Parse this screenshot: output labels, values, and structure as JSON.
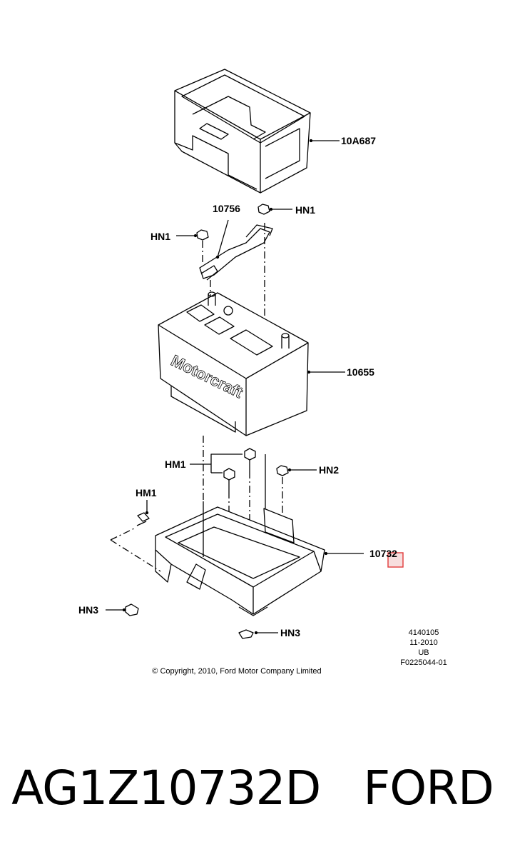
{
  "callouts": {
    "cover": "10A687",
    "hold_down": "10756",
    "nut_top_right": "HN1",
    "nut_top_left": "HN1",
    "battery": "10655",
    "bolts_center": "HM1",
    "nut_tray": "HN2",
    "bolt_left": "HM1",
    "tray": "10732",
    "nut_left_bottom": "HN3",
    "nut_bottom": "HN3"
  },
  "battery_brand": "Motorcraft",
  "stamp": {
    "line1": "4140105",
    "line2": "11-2010",
    "line3": "UB",
    "line4": "F0225044-01"
  },
  "copyright": "© Copyright, 2010, Ford Motor Company Limited",
  "caption": "AG1Z10732D   FORD",
  "highlight_color": "#e23b3b"
}
